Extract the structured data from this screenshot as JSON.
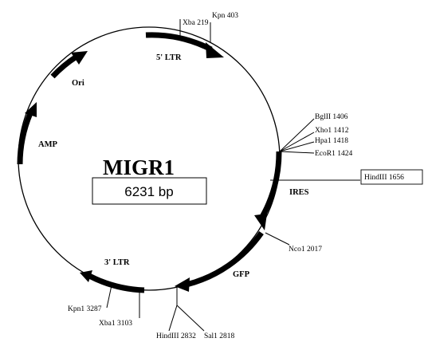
{
  "plasmid": {
    "name": "MIGR1",
    "size_label": "6231 bp"
  },
  "features": {
    "ltr5": "5' LTR",
    "ori": "Ori",
    "amp": "AMP",
    "ires": "IRES",
    "gfp": "GFP",
    "ltr3": "3' LTR"
  },
  "sites": {
    "xba219": "Xba 219",
    "kpn403": "Kpn 403",
    "bglii1406": "BglII 1406",
    "xho1412": "Xho1 1412",
    "hpa1418": "Hpa1 1418",
    "ecor1424": "EcoR1 1424",
    "hindiii1656": "HindIII 1656",
    "nco2017": "Nco1 2017",
    "hindiii2832": "HindIII 2832",
    "sal2818": "Sal1 2818",
    "xba3103": "Xba1 3103",
    "kpn3287": "Kpn1 3287"
  }
}
